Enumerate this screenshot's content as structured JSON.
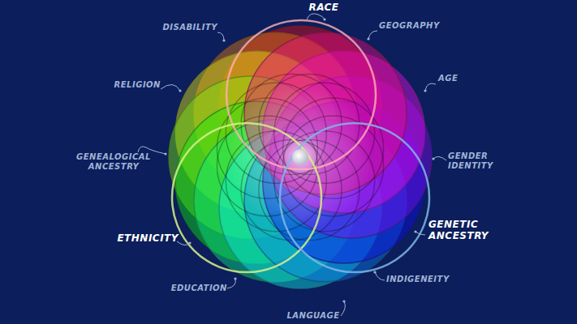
{
  "diagram": {
    "labels": [
      "RACE",
      "DISABILITY",
      "GEOGRAPHY",
      "RELIGION",
      "AGE",
      "GENEALOGICAL ANCESTRY",
      "GENDER IDENTITY",
      "ETHNICITY",
      "GENETIC ANCESTRY",
      "EDUCATION",
      "INDIGENEITY",
      "LANGUAGE"
    ]
  }
}
